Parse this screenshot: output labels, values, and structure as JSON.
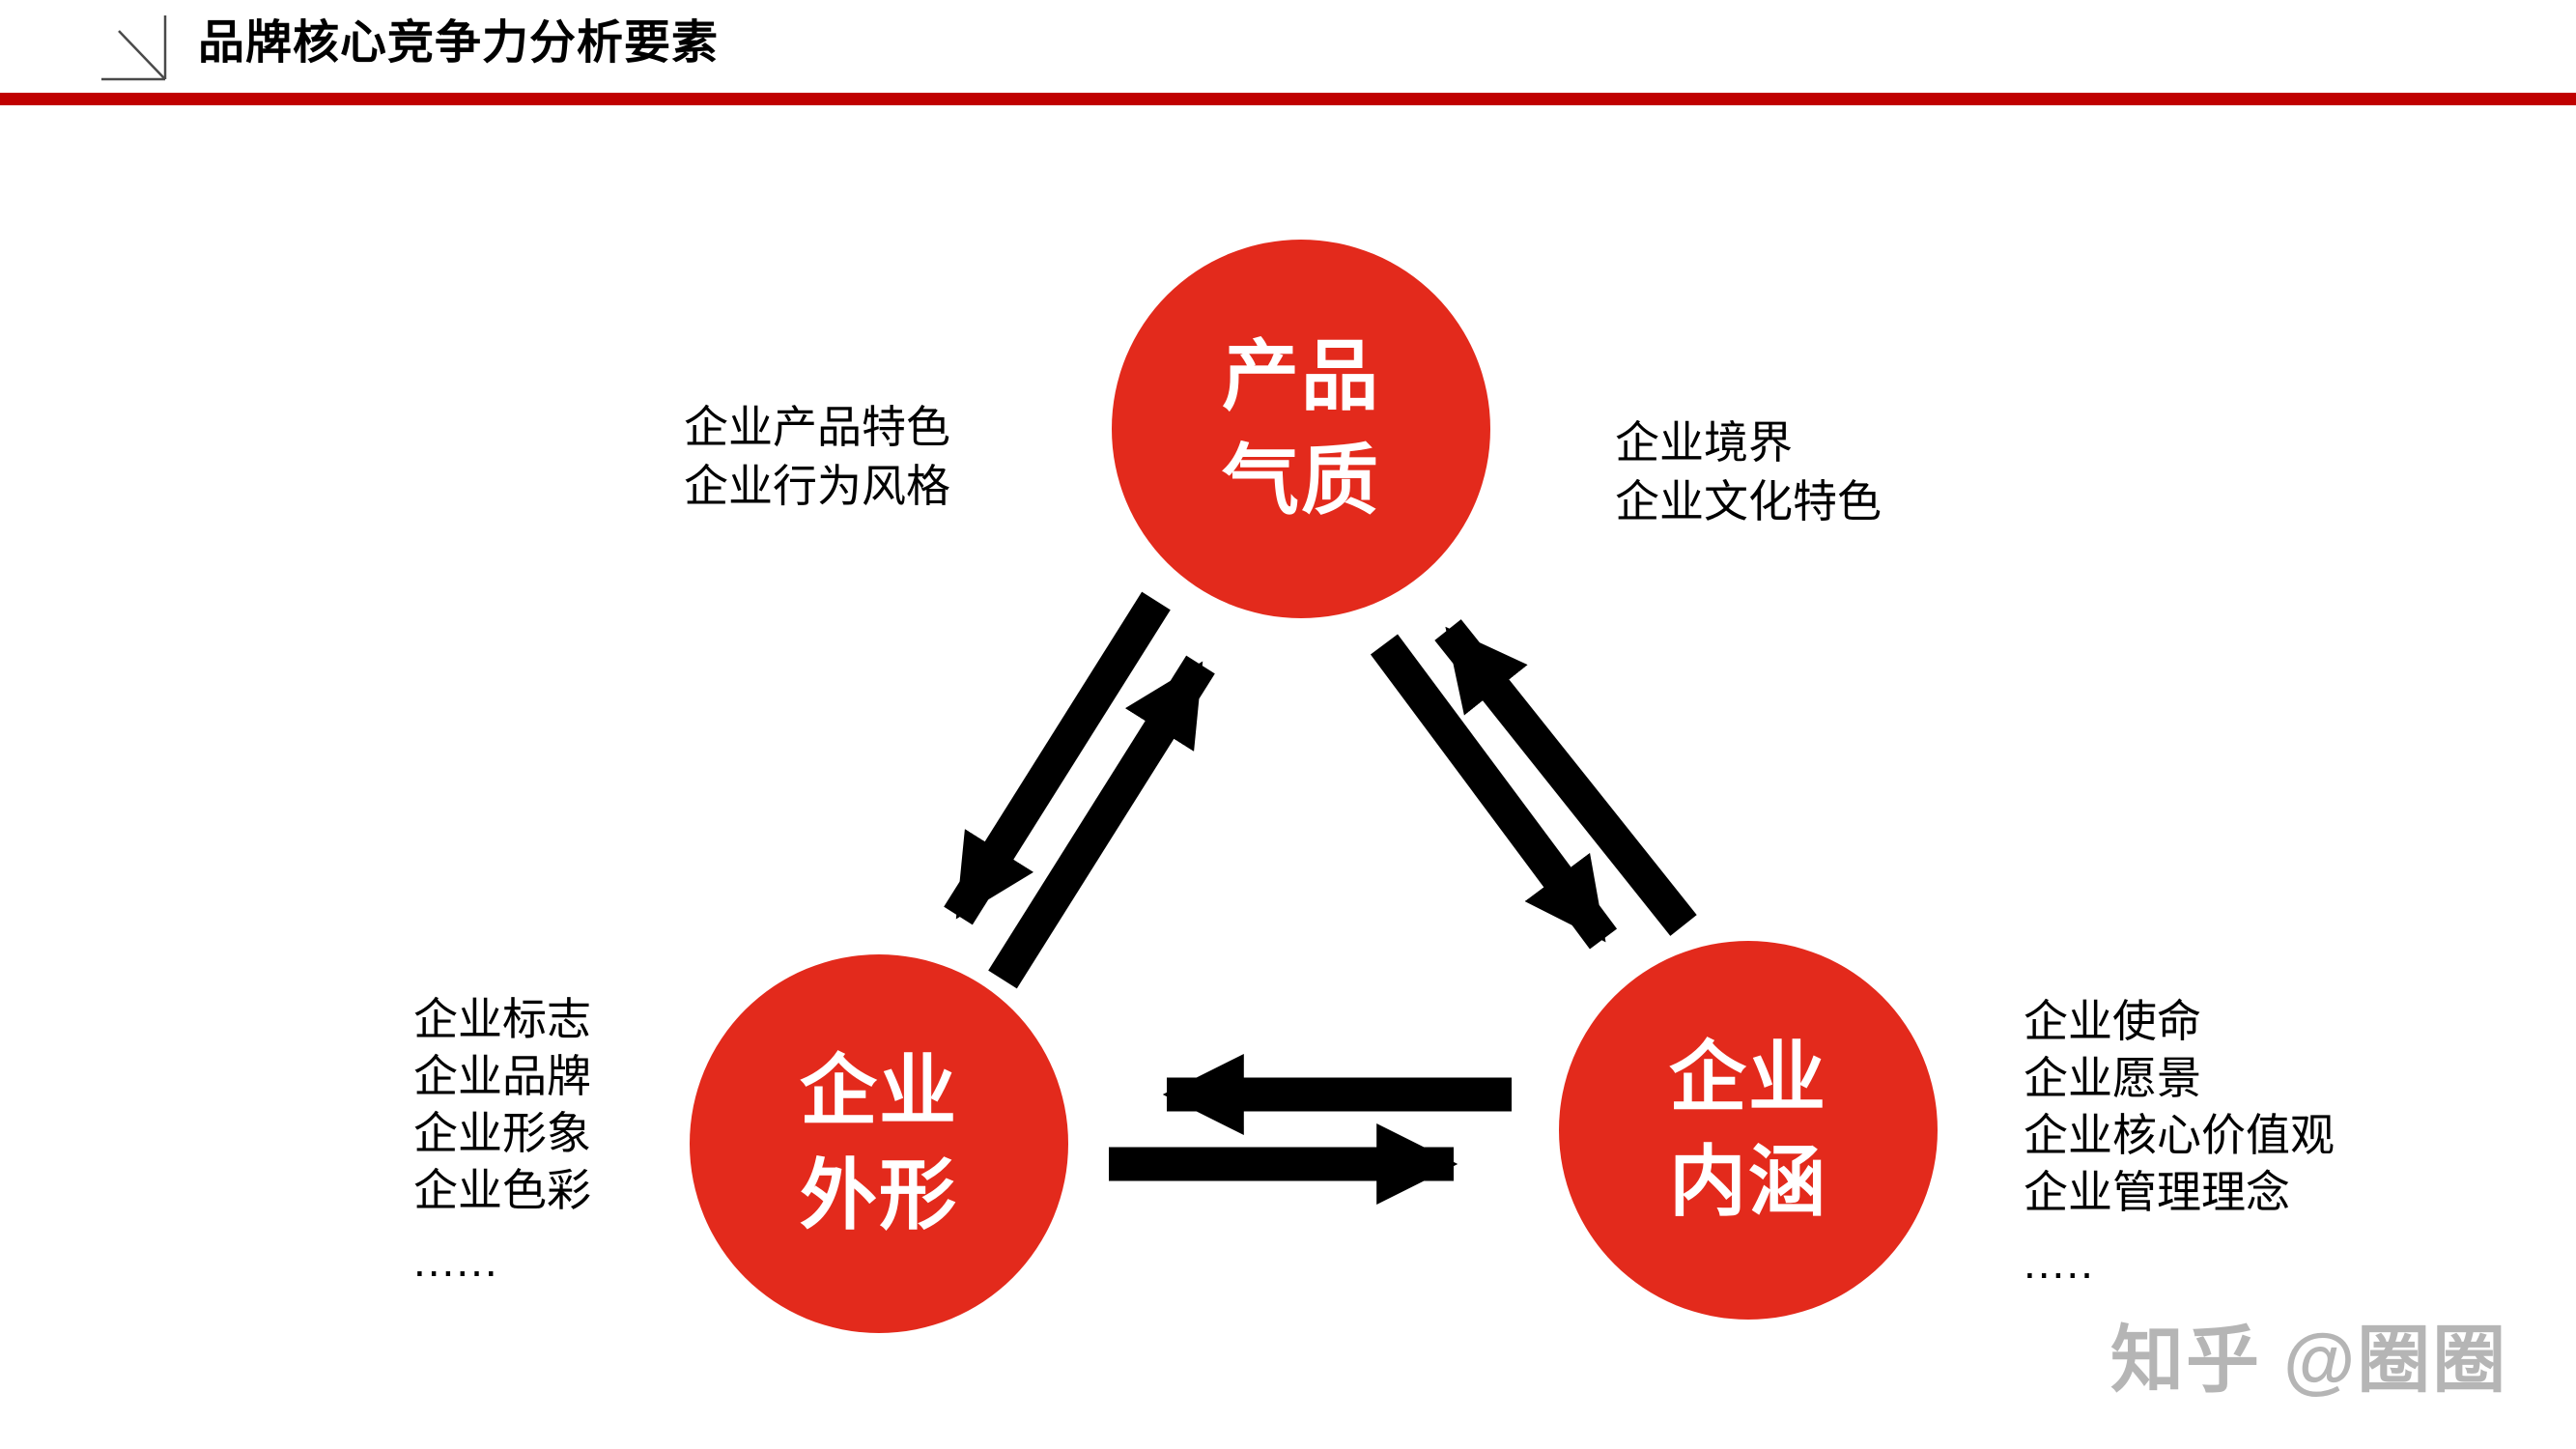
{
  "header": {
    "title": "品牌核心竞争力分析要素"
  },
  "diagram": {
    "nodes": [
      {
        "id": "product-temperament",
        "label": "产品\n气质"
      },
      {
        "id": "corporate-appearance",
        "label": "企业\n外形"
      },
      {
        "id": "corporate-connotation",
        "label": "企业\n内涵"
      }
    ],
    "annotations": {
      "top_left": [
        "企业产品特色",
        "企业行为风格"
      ],
      "top_right": [
        "企业境界",
        "企业文化特色"
      ],
      "bottom_left": [
        "企业标志",
        "企业品牌",
        "企业形象",
        "企业色彩",
        "......"
      ],
      "bottom_right": [
        "企业使命",
        "企业愿景",
        "企业核心价值观",
        "企业管理理念",
        "....."
      ]
    },
    "edges": [
      {
        "from": "product-temperament",
        "to": "corporate-appearance",
        "bidirectional": true
      },
      {
        "from": "product-temperament",
        "to": "corporate-connotation",
        "bidirectional": true
      },
      {
        "from": "corporate-appearance",
        "to": "corporate-connotation",
        "bidirectional": true
      }
    ]
  },
  "watermark": {
    "text": "知乎 @圈圈"
  },
  "colors": {
    "circle": "#e32a1c",
    "divider": "#c00000",
    "arrow": "#000000",
    "watermark": "#b5b5b5",
    "title": "#000000"
  }
}
